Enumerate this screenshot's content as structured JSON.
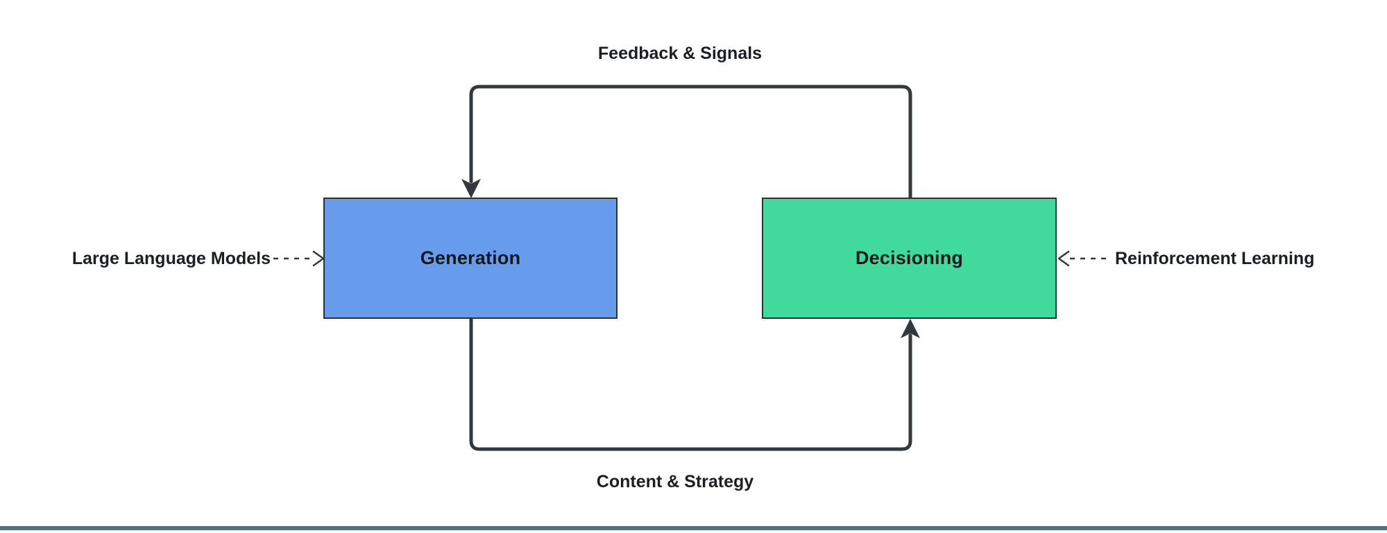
{
  "diagram": {
    "nodes": {
      "generation": {
        "label": "Generation",
        "fill": "#669ceb"
      },
      "decisioning": {
        "label": "Decisioning",
        "fill": "#41d99c"
      }
    },
    "edge_labels": {
      "top": "Feedback & Signals",
      "bottom": "Content & Strategy",
      "left": "Large Language Models",
      "right": "Reinforcement Learning"
    },
    "colors": {
      "edge": "#33383d",
      "node_border": "#2b3036",
      "node_text": "#15181b",
      "label_text": "#1b1f23",
      "background": "#ffffff",
      "bottom_bar": "#51707e"
    }
  }
}
